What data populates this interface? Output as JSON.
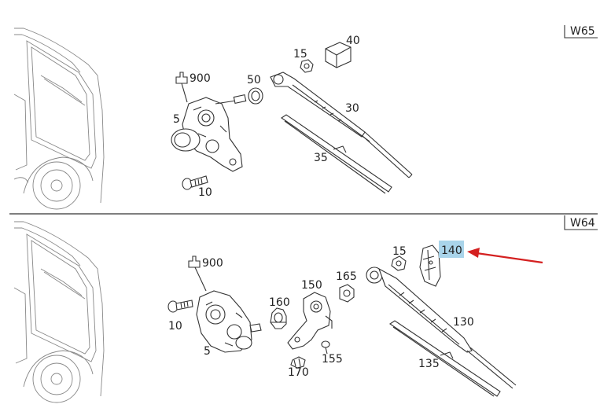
{
  "sections": [
    {
      "tag": "W65",
      "parts": {
        "p900": "900",
        "p5": "5",
        "p10": "10",
        "p50": "50",
        "p15": "15",
        "p40": "40",
        "p30": "30",
        "p35": "35"
      }
    },
    {
      "tag": "W64",
      "parts": {
        "p900": "900",
        "p10": "10",
        "p5": "5",
        "p160": "160",
        "p150": "150",
        "p165": "165",
        "p170": "170",
        "p155": "155",
        "p15": "15",
        "p140": "140",
        "p130": "130",
        "p135": "135"
      }
    }
  ],
  "highlight": {
    "part": "140",
    "color": "#a9d4ea"
  },
  "arrow_color": "#d42020"
}
